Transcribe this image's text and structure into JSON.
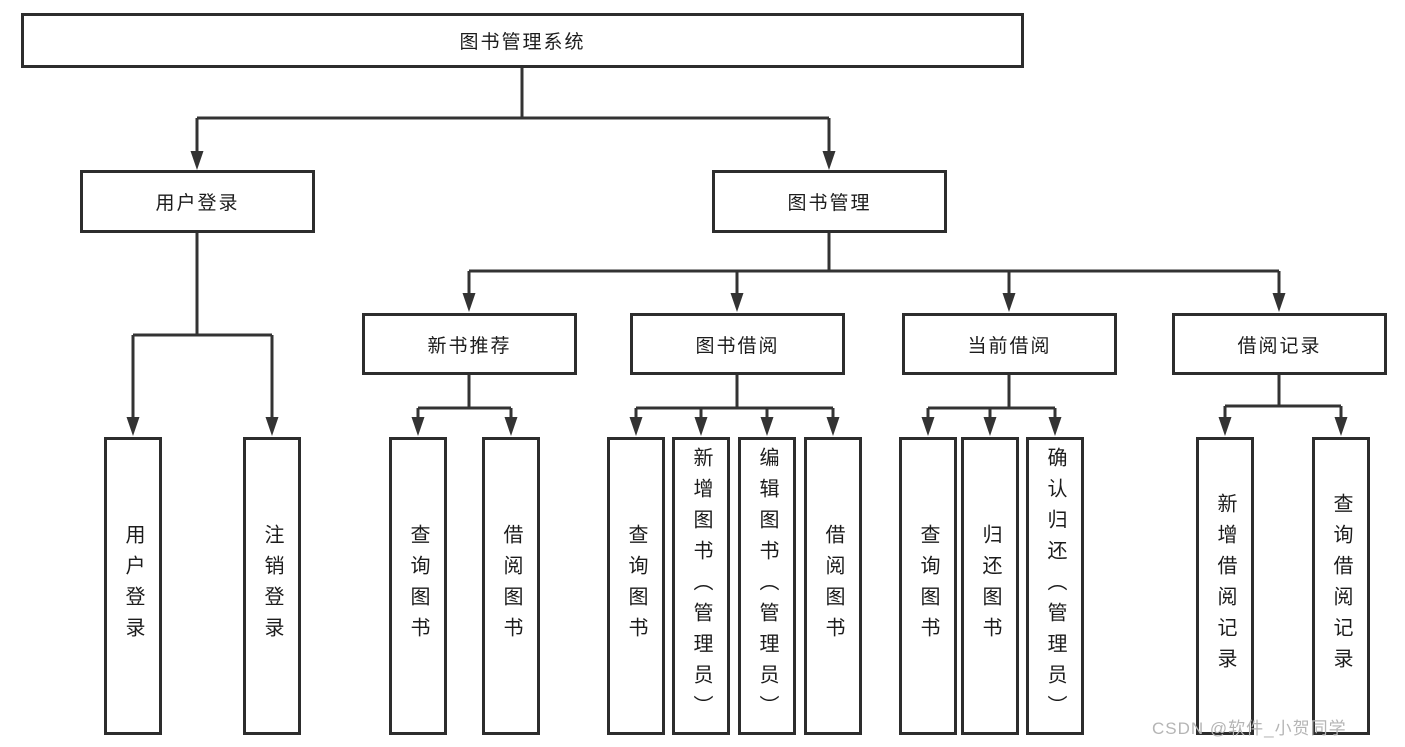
{
  "tree": {
    "label": "图书管理系统",
    "children": [
      {
        "label": "用户登录",
        "children": [
          {
            "label": "用户登录"
          },
          {
            "label": "注销登录"
          }
        ]
      },
      {
        "label": "图书管理",
        "children": [
          {
            "label": "新书推荐",
            "children": [
              {
                "label": "查询图书"
              },
              {
                "label": "借阅图书"
              }
            ]
          },
          {
            "label": "图书借阅",
            "children": [
              {
                "label": "查询图书"
              },
              {
                "label": "新增图书（管理员）"
              },
              {
                "label": "编辑图书（管理员）"
              },
              {
                "label": "借阅图书"
              }
            ]
          },
          {
            "label": "当前借阅",
            "children": [
              {
                "label": "查询图书"
              },
              {
                "label": "归还图书"
              },
              {
                "label": "确认归还（管理员）"
              }
            ]
          },
          {
            "label": "借阅记录",
            "children": [
              {
                "label": "新增借阅记录"
              },
              {
                "label": "查询借阅记录"
              }
            ]
          }
        ]
      }
    ]
  },
  "watermark": "CSDN @软件_小贺同学",
  "colors": {
    "line": "#333333",
    "box_border": "#2d2d2d",
    "text": "#1c1c1c",
    "watermark": "#b5b5b5",
    "background": "#ffffff"
  }
}
